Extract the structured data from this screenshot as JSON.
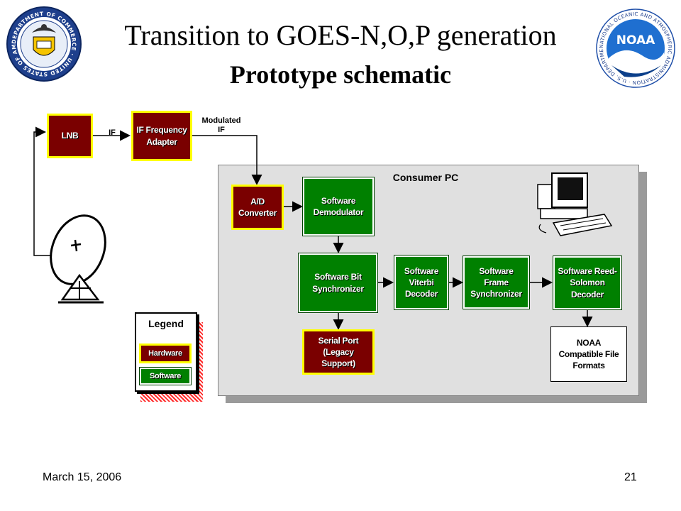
{
  "slide": {
    "title_line1": "Transition to GOES-N,O,P generation",
    "title_line2": "Prototype schematic",
    "date": "March 15, 2006",
    "page_number": "21"
  },
  "logos": {
    "left": {
      "icon": "department-of-commerce-seal",
      "text": "DEPARTMENT OF COMMERCE · UNITED STATES OF AMERICA"
    },
    "right": {
      "icon": "noaa-logo",
      "center": "NOAA",
      "text": "NATIONAL OCEANIC AND ATMOSPHERIC ADMINISTRATION · U.S. DEPARTMENT OF COMMERCE"
    }
  },
  "diagram": {
    "consumer_pc_label": "Consumer PC",
    "signal_labels": {
      "if1": "IF",
      "modulated_if": "Modulated\nIF"
    },
    "nodes": {
      "lnb": "LNB",
      "if_adapter": "IF Frequency\nAdapter",
      "ad_converter": "A/D\nConverter",
      "demodulator": "Software\nDemodulator",
      "bit_sync": "Software Bit\nSynchronizer",
      "serial_port": "Serial Port\n(Legacy\nSupport)",
      "viterbi": "Software\nViterbi\nDecoder",
      "frame_sync": "Software\nFrame\nSynchronizer",
      "reed_solomon": "Software Reed-\nSolomon\nDecoder",
      "noaa_formats": "NOAA\nCompatible File\nFormats"
    },
    "legend": {
      "title": "Legend",
      "hardware": "Hardware",
      "software": "Software"
    },
    "colors": {
      "hardware": "#7a0000",
      "hardware_border": "#ffff00",
      "software": "#008000",
      "pc_panel": "#e0e0e0"
    },
    "icons": [
      "satellite-dish-icon",
      "desktop-computer-icon"
    ]
  }
}
